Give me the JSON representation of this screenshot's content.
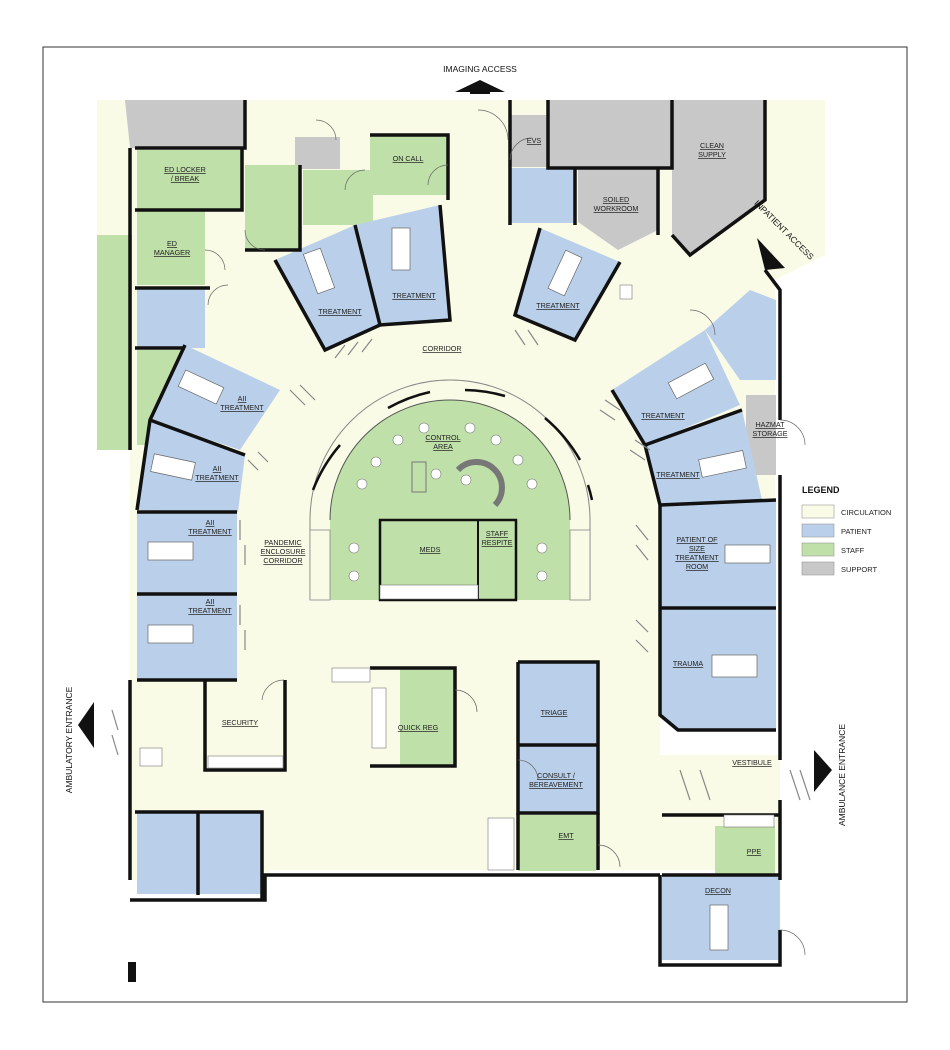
{
  "colors": {
    "circulation": "#fafbe6",
    "patient": "#bad0ea",
    "staff": "#bfe0a8",
    "support": "#c8c8c8",
    "wall": "#111111"
  },
  "entrances": {
    "imaging": "IMAGING ACCESS",
    "inpatient": "INPATIENT ACCESS",
    "ambulatory": "AMBULATORY ENTRANCE",
    "ambulance": "AMBULANCE ENTRANCE"
  },
  "rooms": {
    "ed_locker": [
      "ED LOCKER",
      "/ BREAK"
    ],
    "ed_manager": [
      "ED",
      "MANAGER"
    ],
    "on_call": "ON CALL",
    "evs": "EVS",
    "clean_supply": [
      "CLEAN",
      "SUPPLY"
    ],
    "soiled_workroom": [
      "SOILED",
      "WORKROOM"
    ],
    "treatment_top_left": "TREATMENT",
    "treatment_top_mid": "TREATMENT",
    "treatment_top_right": "TREATMENT",
    "corridor": "CORRIDOR",
    "control_area": [
      "CONTROL",
      "AREA"
    ],
    "meds": "MEDS",
    "staff_respite": [
      "STAFF",
      "RESPITE"
    ],
    "aii_1": [
      "AII",
      "TREATMENT"
    ],
    "aii_2": [
      "AII",
      "TREATMENT"
    ],
    "aii_3": [
      "AII",
      "TREATMENT"
    ],
    "aii_4": [
      "AII",
      "TREATMENT"
    ],
    "pandemic": [
      "PANDEMIC",
      "ENCLOSURE",
      "CORRIDOR"
    ],
    "treatment_right_1": "TREATMENT",
    "treatment_right_2": "TREATMENT",
    "hazmat": [
      "HAZMAT",
      "STORAGE"
    ],
    "patient_of_size": [
      "PATIENT OF",
      "SIZE",
      "TREATMENT",
      "ROOM"
    ],
    "trauma": "TRAUMA",
    "security": "SECURITY",
    "quick_reg": "QUICK REG",
    "triage": "TRIAGE",
    "consult": [
      "CONSULT /",
      "BEREAVEMENT"
    ],
    "emt": "EMT",
    "vestibule": "VESTIBULE",
    "ppe": "PPE",
    "decon": "DECON"
  },
  "legend": {
    "title": "LEGEND",
    "items": [
      {
        "label": "CIRCULATION",
        "color": "#fafbe6"
      },
      {
        "label": "PATIENT",
        "color": "#bad0ea"
      },
      {
        "label": "STAFF",
        "color": "#bfe0a8"
      },
      {
        "label": "SUPPORT",
        "color": "#c8c8c8"
      }
    ]
  }
}
